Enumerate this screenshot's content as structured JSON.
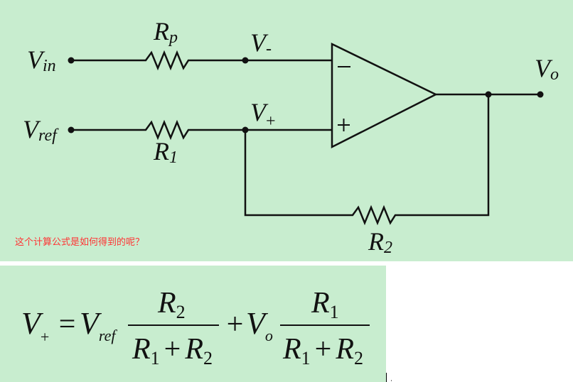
{
  "diagram": {
    "type": "non-inverting comparator / op-amp with feedback",
    "labels": {
      "vin": {
        "main": "V",
        "sub": "in"
      },
      "vref": {
        "main": "V",
        "sub": "ref"
      },
      "rp": {
        "main": "R",
        "sub": "p"
      },
      "r1": {
        "main": "R",
        "sub": "1"
      },
      "r2": {
        "main": "R",
        "sub": "2"
      },
      "vminus": {
        "main": "V",
        "sub": "-"
      },
      "vplus": {
        "main": "V",
        "sub": "+"
      },
      "vo": {
        "main": "V",
        "sub": "o"
      },
      "opamp_minus": "−",
      "opamp_plus": "+"
    }
  },
  "question": "这个计算公式是如何得到的呢？",
  "formula": {
    "lhs_main": "V",
    "lhs_sub": "+",
    "equals": "=",
    "term1_main": "V",
    "term1_sub": "ref",
    "frac1_num_main": "R",
    "frac1_num_sub": "2",
    "frac1_den_a_main": "R",
    "frac1_den_a_sub": "1",
    "frac1_den_plus": "+",
    "frac1_den_b_main": "R",
    "frac1_den_b_sub": "2",
    "plus": "+",
    "term2_main": "V",
    "term2_sub": "o",
    "frac2_num_main": "R",
    "frac2_num_sub": "1",
    "frac2_den_a_main": "R",
    "frac2_den_a_sub": "1",
    "frac2_den_plus": "+",
    "frac2_den_b_main": "R",
    "frac2_den_b_sub": "2"
  },
  "colors": {
    "background": "#c8edcf",
    "question_text": "#ff3333",
    "wire": "#111111"
  }
}
